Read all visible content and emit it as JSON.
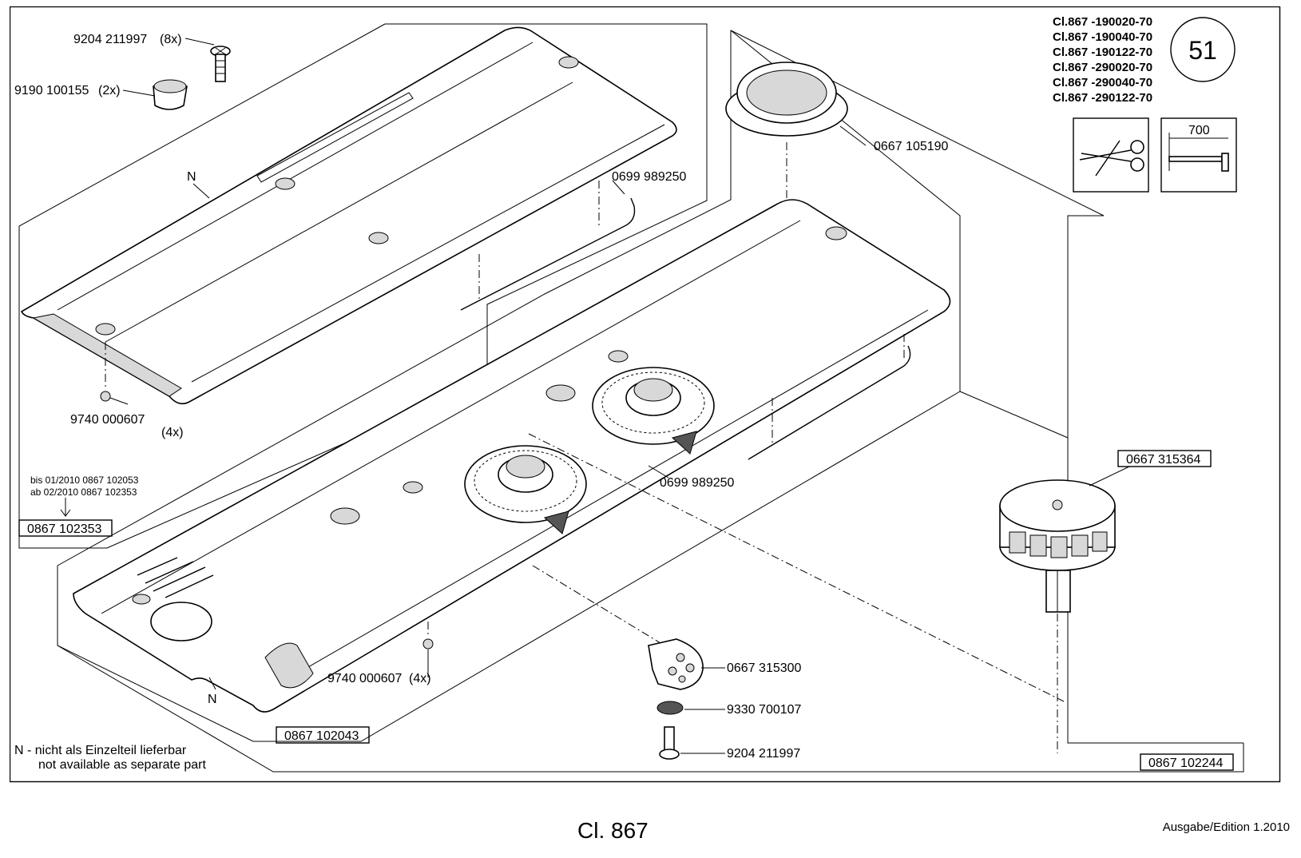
{
  "page_number": "51",
  "models": [
    "Cl.867 -190020-70",
    "Cl.867 -190040-70",
    "Cl.867 -190122-70",
    "Cl.867 -290020-70",
    "Cl.867 -290040-70",
    "Cl.867 -290122-70"
  ],
  "tool_icons": {
    "cut_icon": "scissors-icon",
    "length_icon": "length-700-icon",
    "length_label": "700"
  },
  "labels": {
    "screw_top": "9204 211997",
    "screw_top_qty": "(8x)",
    "bushing": "9190 100155",
    "bushing_qty": "(2x)",
    "n_upper": "N",
    "wire_upper": "0699 989250",
    "cap": "0667 105190",
    "washer_left": "9740 000607",
    "washer_left_qty": "(4x)",
    "wire_lower": "0699 989250",
    "box_knob": "0667 315364",
    "plate": "0667 315300",
    "washer_small": "9330 700107",
    "screw_bottom": "9204 211997",
    "washer_mid": "9740 000607",
    "washer_mid_qty": "(4x)",
    "n_lower": "N"
  },
  "revision_note": {
    "line1": "bis  01/2010  0867 102053",
    "line2": "ab   02/2010  0867 102353"
  },
  "boxes": {
    "upper_cover": "0867 102353",
    "lower_cover": "0867 102043",
    "assembly": "0867 102244"
  },
  "note_n": {
    "line1": "N - nicht als Einzelteil lieferbar",
    "line2": "not available as separate part"
  },
  "footer": {
    "model": "Cl. 867",
    "edition": "Ausgabe/Edition   1.2010"
  }
}
